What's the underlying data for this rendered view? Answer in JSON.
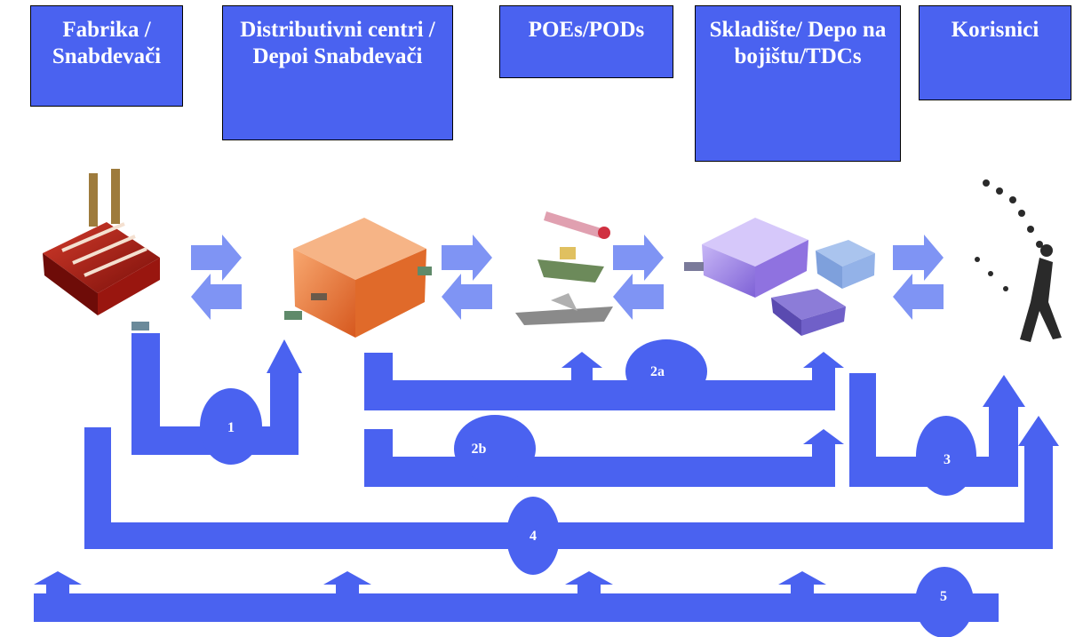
{
  "headers": [
    "Fabrika / Snabdevači",
    "Distributivni centri / Depoi Snabdevači",
    "POEs/PODs",
    "Skladište/ Depo na bojištu/TDCs",
    "Korisnici"
  ],
  "paths": [
    "1",
    "2a",
    "2b",
    "3",
    "4",
    "5"
  ],
  "colors": {
    "box": "#4a62f0",
    "flow": "#4a62f0",
    "light_arrow": "#7f94f4"
  },
  "icons": [
    "factory-icon",
    "depot-icon",
    "transport-icon",
    "warehouse-icon",
    "users-icon"
  ]
}
